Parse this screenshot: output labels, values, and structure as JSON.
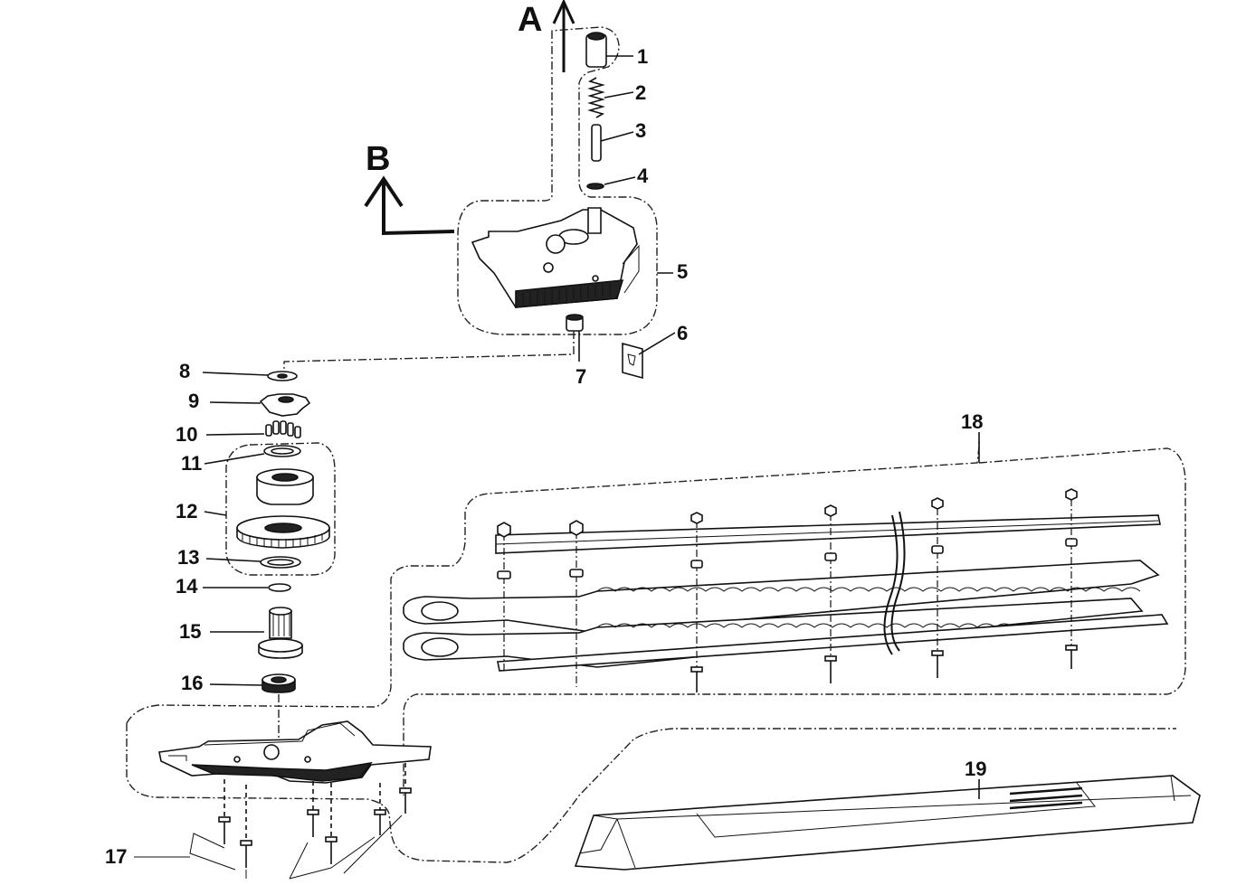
{
  "diagram": {
    "arrows": [
      {
        "id": "A",
        "label": "A"
      },
      {
        "id": "B",
        "label": "B"
      }
    ],
    "callouts": [
      {
        "id": "1",
        "label": "1"
      },
      {
        "id": "2",
        "label": "2"
      },
      {
        "id": "3",
        "label": "3"
      },
      {
        "id": "4",
        "label": "4"
      },
      {
        "id": "5",
        "label": "5"
      },
      {
        "id": "6",
        "label": "6"
      },
      {
        "id": "7",
        "label": "7"
      },
      {
        "id": "8",
        "label": "8"
      },
      {
        "id": "9",
        "label": "9"
      },
      {
        "id": "10",
        "label": "10"
      },
      {
        "id": "11",
        "label": "11"
      },
      {
        "id": "12",
        "label": "12"
      },
      {
        "id": "13",
        "label": "13"
      },
      {
        "id": "14",
        "label": "14"
      },
      {
        "id": "15",
        "label": "15"
      },
      {
        "id": "16",
        "label": "16"
      },
      {
        "id": "17",
        "label": "17"
      },
      {
        "id": "18",
        "label": "18"
      },
      {
        "id": "19",
        "label": "19"
      }
    ]
  }
}
